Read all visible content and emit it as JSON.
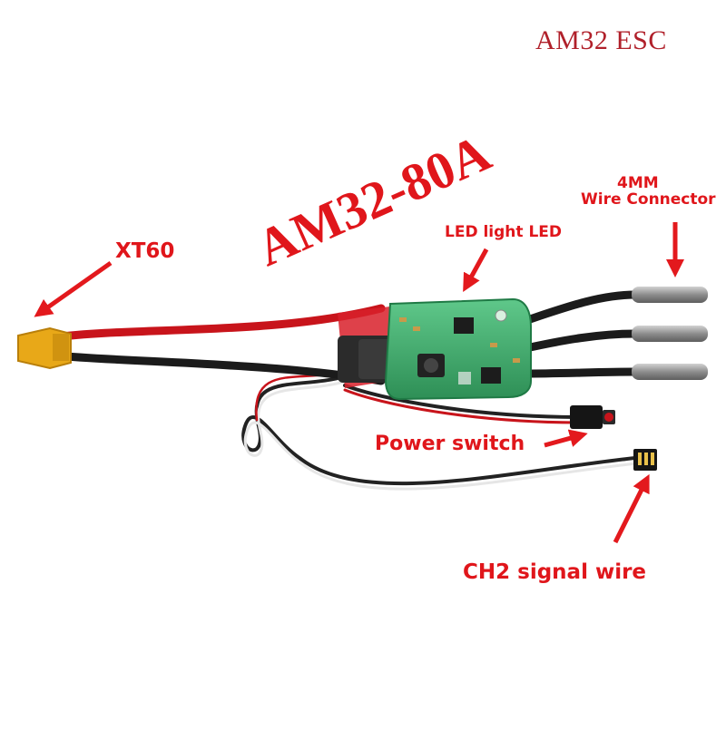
{
  "title": "AM32 ESC",
  "model": "AM32-80A",
  "labels": {
    "xt60": "XT60",
    "led": "LED light  LED",
    "wire_connector_line1": "4MM",
    "wire_connector_line2": "Wire Connector",
    "power_switch": "Power switch",
    "ch2_signal": "CH2 signal wire"
  },
  "colors": {
    "title": "#b0202a",
    "label": "#e0161b",
    "arrow": "#e3191d",
    "pcb": "#3fae6b",
    "heatshrink": "#d8202a",
    "wire_black": "#1b1b1b",
    "wire_red": "#d0141b",
    "xt60": "#e8a818",
    "bullet": "#9a9a9a"
  }
}
